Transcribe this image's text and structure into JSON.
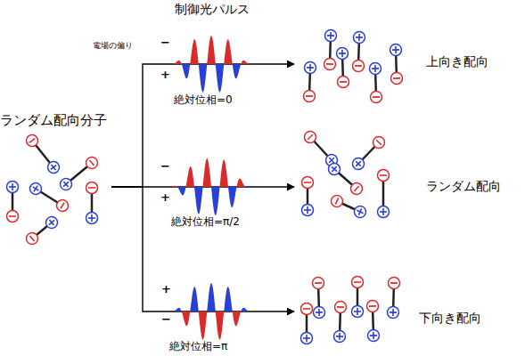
{
  "diagram": {
    "title": "制御光パルス",
    "nodes": [
      {
        "text": [
          "ランダム配向分子"
        ]
      },
      {
        "text": [
          "上向き配向"
        ]
      },
      {
        "text": [
          "ランダム配向"
        ]
      },
      {
        "text": [
          "下向き配向"
        ]
      }
    ],
    "edges": [
      {
        "from": 0,
        "to": 1,
        "arrow": "to",
        "label": "絶対位相=0"
      },
      {
        "from": 0,
        "to": 2,
        "arrow": "to",
        "label": "絶対位相=π/2"
      },
      {
        "from": 0,
        "to": 3,
        "arrow": "to",
        "label": "絶対位相=π"
      }
    ],
    "labels": [
      "電場の偏り",
      "−",
      "+",
      "−",
      "+",
      "+",
      "−"
    ]
  }
}
